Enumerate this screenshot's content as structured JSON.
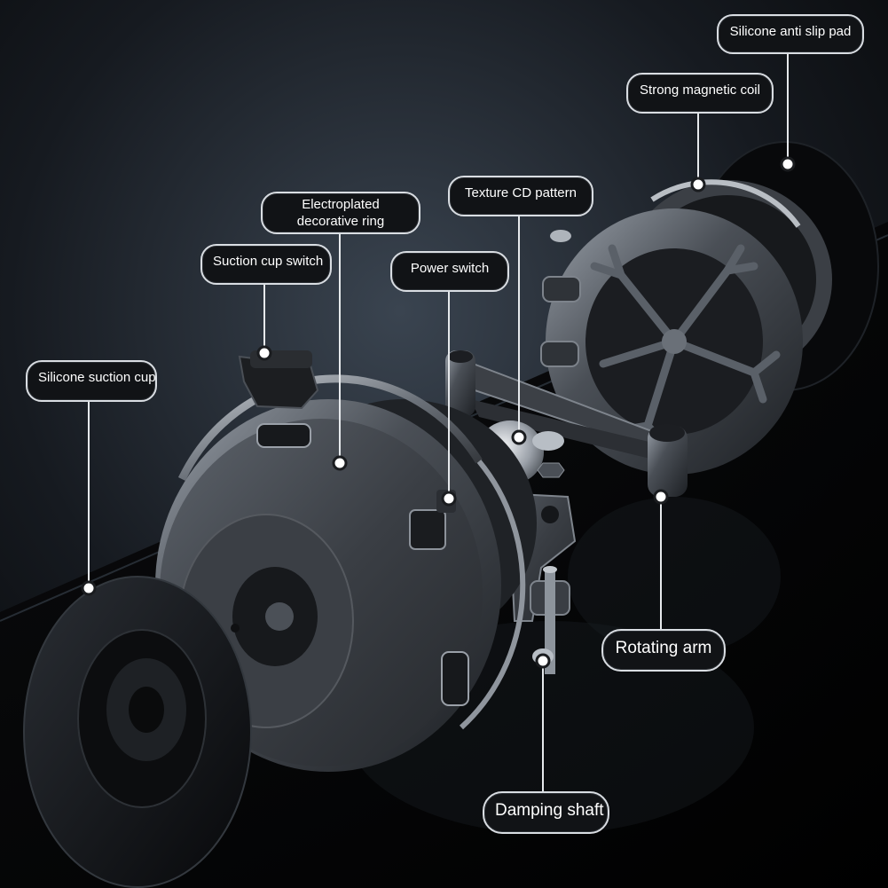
{
  "image": {
    "subject": "exploded view of a magnetic suction-cup phone holder"
  },
  "colors": {
    "background": "#0b0d10",
    "metal_dark": "#2b2f35",
    "metal_light": "#8a9099",
    "silicone": "#0d0f12",
    "callout_fill": "#111316",
    "callout_border": "#d9dde2",
    "callout_text": "#ffffff"
  },
  "labels": {
    "silicone_anti_slip_pad": "Silicone anti slip pad",
    "strong_magnetic_coil": "Strong magnetic coil",
    "texture_cd_pattern": "Texture CD pattern",
    "electroplated_ring_line1": "Electroplated",
    "electroplated_ring_line2": "decorative ring",
    "suction_cup_switch": "Suction cup switch",
    "power_switch": "Power switch",
    "silicone_suction_cup": "Silicone suction cup",
    "rotating_arm": "Rotating arm",
    "damping_shaft": "Damping shaft"
  }
}
